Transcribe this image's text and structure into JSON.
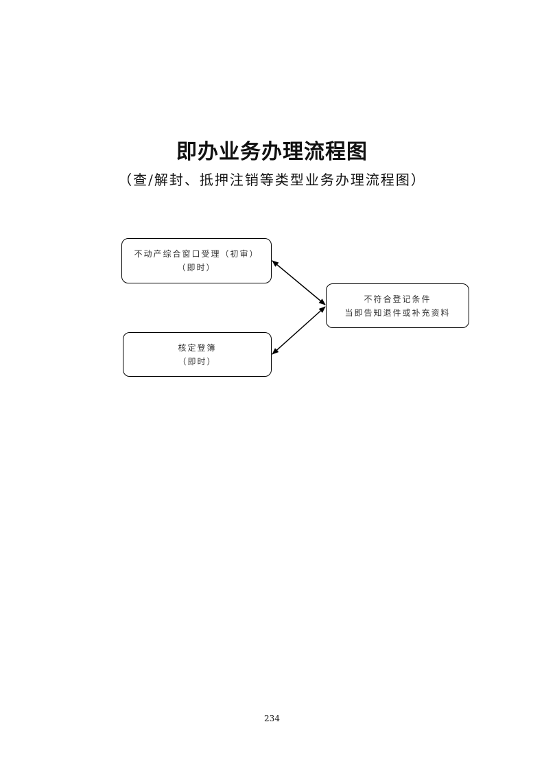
{
  "title": "即办业务办理流程图",
  "subtitle": "（查/解封、抵押注销等类型业务办理流程图）",
  "nodes": [
    {
      "id": "acceptance",
      "line1": "不动产综合窗口受理（初审）",
      "line2": "（即时）"
    },
    {
      "id": "rejection",
      "line1": "不符合登记条件",
      "line2": "当即告知退件或补充资料"
    },
    {
      "id": "registration",
      "line1": "核定登簿",
      "line2": "（即时）"
    }
  ],
  "edges": [
    {
      "from": "acceptance",
      "to": "rejection",
      "direction": "both"
    },
    {
      "from": "registration",
      "to": "rejection",
      "direction": "both"
    }
  ],
  "page_number": "234"
}
